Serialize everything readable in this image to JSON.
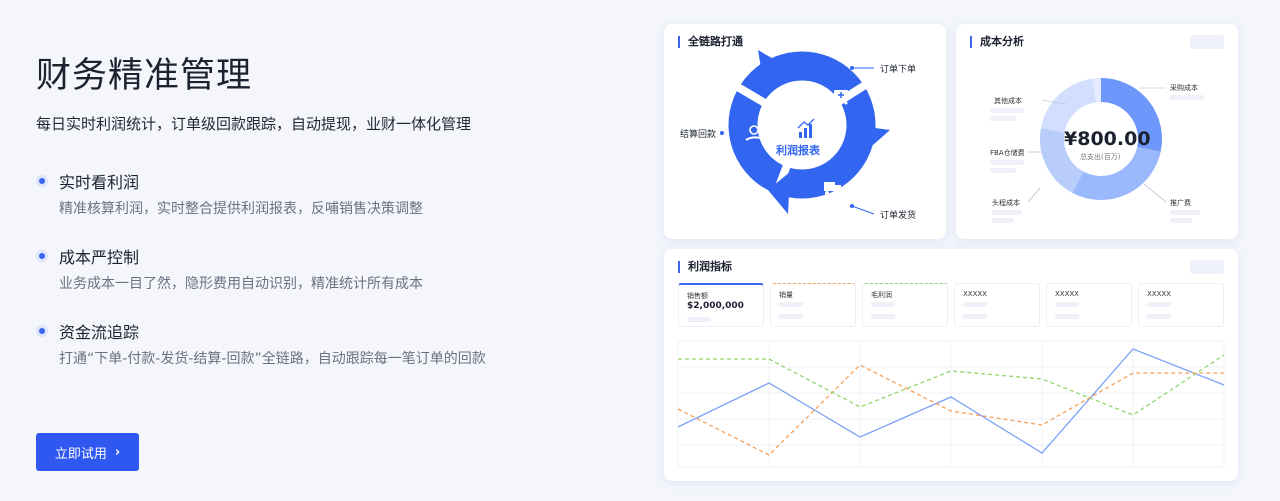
{
  "hero": {
    "title": "财务精准管理",
    "subtitle": "每日实时利润统计，订单级回款跟踪，自动提现，业财一体化管理",
    "cta_label": "立即试用"
  },
  "features": [
    {
      "title": "实时看利润",
      "desc": "精准核算利润，实时整合提供利润报表，反哺销售决策调整"
    },
    {
      "title": "成本严控制",
      "desc": "业务成本一目了然，隐形费用自动识别，精准统计所有成本"
    },
    {
      "title": "资金流追踪",
      "desc": "打通“下单-付款-发货-结算-回款”全链路，自动跟踪每一笔订单的回款"
    }
  ],
  "chain_card": {
    "title": "全链路打通",
    "center_label": "利润报表",
    "nodes": [
      "订单下单",
      "订单发货",
      "结算回款"
    ]
  },
  "cost_card": {
    "title": "成本分析",
    "center_value": "¥800.00",
    "center_caption": "总支出(百万)",
    "segments": [
      "采购成本",
      "推广费",
      "头程成本",
      "FBA仓储费",
      "其他成本"
    ]
  },
  "profit_card": {
    "title": "利润指标",
    "kpis": [
      {
        "label": "销售额",
        "value": "$2,000,000"
      },
      {
        "label": "销量",
        "value": ""
      },
      {
        "label": "毛利润",
        "value": ""
      },
      {
        "label": "XXXXX",
        "value": ""
      },
      {
        "label": "XXXXX",
        "value": ""
      },
      {
        "label": "XXXXX",
        "value": ""
      }
    ]
  },
  "colors": {
    "accent": "#2f58f0",
    "ring": "#3266f1",
    "donut": [
      "#6e97fb",
      "#9ab8fc",
      "#b9cdfd",
      "#d2defe",
      "#e4ebfe"
    ],
    "line_blue": "#7da1f6",
    "line_orange": "#f7a15a",
    "line_green": "#93d46a"
  },
  "icons": {
    "cta": "chevron-right-icon",
    "chart": "bar-chart-icon",
    "cart": "cart-icon",
    "truck": "truck-icon",
    "hand": "hand-coin-icon"
  }
}
